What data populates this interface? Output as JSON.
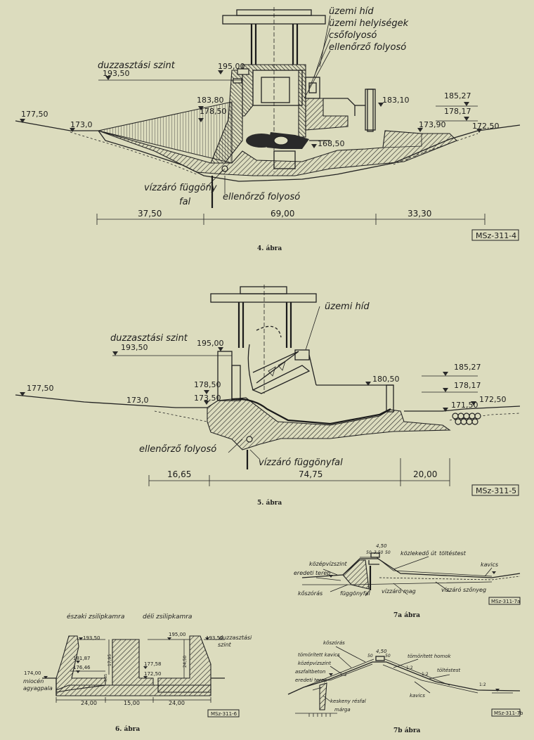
{
  "fig4": {
    "labels": {
      "bridge": "üzemi híd",
      "rooms": "üzemi helyiségek",
      "pipe": "csőfolyosó",
      "gallery_top": "ellenőrző folyosó",
      "impound": "duzzasztási szint",
      "curtain1": "vízzáró függöny",
      "curtain2": "fal",
      "gallery": "ellenőrző folyosó"
    },
    "levels": {
      "l19350": "193,50",
      "l19500": "195,00",
      "l18380": "183,80",
      "l17850": "178,50",
      "l17750": "177,50",
      "l1730": "173,0",
      "l16850": "168,50",
      "l18310": "183,10",
      "l18527": "185,27",
      "l17817": "178,17",
      "l17390": "173,90",
      "l17250": "172,50"
    },
    "dims": {
      "d1": "37,50",
      "d2": "69,00",
      "d3": "33,30"
    },
    "code": "MSz-311-4",
    "caption": "4. ábra"
  },
  "fig5": {
    "labels": {
      "bridge": "üzemi híd",
      "impound": "duzzasztási szint",
      "gallery": "ellenőrző folyosó",
      "curtain": "vízzáró függönyfal"
    },
    "levels": {
      "l19350": "193,50",
      "l19500": "195,00",
      "l17750": "177,50",
      "l1730": "173,0",
      "l17850": "178,50",
      "l17350": "173,50",
      "l18050": "180,50",
      "l18527": "185,27",
      "l17817": "178,17",
      "l17150": "171,50",
      "l17250": "172,50"
    },
    "dims": {
      "d1": "16,65",
      "d2": "74,75",
      "d3": "20,00"
    },
    "code": "MSz-311-5",
    "caption": "5. ábra"
  },
  "fig6": {
    "labels": {
      "north": "északi zsilipkamra",
      "south": "déli zsilipkamra",
      "impound1": "duzzasztási",
      "impound2": "szint",
      "miocene1": "miocén",
      "miocene2": "agyagpala"
    },
    "levels": {
      "a": "193,50",
      "b": "195,00",
      "c": "193,50",
      "d": "181,87",
      "e": "176,46",
      "f": "177,58",
      "g": "172,50",
      "h": "174,00"
    },
    "dims": {
      "d1": "24,00",
      "d2": "15,00",
      "d3": "24,00",
      "v1": "17,95",
      "v2": "24,50",
      "v3": "3,85"
    },
    "code": "MSz-311-6",
    "caption": "6. ábra"
  },
  "fig7a": {
    "labels": {
      "road": "közlekedő út",
      "fill": "töltéstest",
      "midwater": "középvízszint",
      "terrain": "eredeti terep",
      "gravel": "kavics",
      "turf": "kőszórás",
      "curtain": "függönyfal",
      "core": "vízzáró mag",
      "blanket": "vízzáró szőnyeg"
    },
    "dims": {
      "top": "4,50",
      "a": "50",
      "b": "3,50",
      "c": "50"
    },
    "code": "MSz-311-7a",
    "caption": "7a ábra"
  },
  "fig7b": {
    "labels": {
      "turf": "kőszórás",
      "gravelc": "tömörített kavics",
      "sand": "tömörített homok",
      "midwater": "középvízszint",
      "asphalt": "aszfaltbeton",
      "terrain": "eredeti terep",
      "fill": "töltéstest",
      "gravel": "kavics",
      "marl1": "keskeny résfal",
      "marl2": "márga"
    },
    "dims": {
      "top": "4,50",
      "a": "50",
      "b": "50",
      "s1": "1:2",
      "s2": "1:2",
      "s3": "1:2",
      "s4": "1:2"
    },
    "code": "MSz-311-7b",
    "caption": "7b ábra"
  }
}
